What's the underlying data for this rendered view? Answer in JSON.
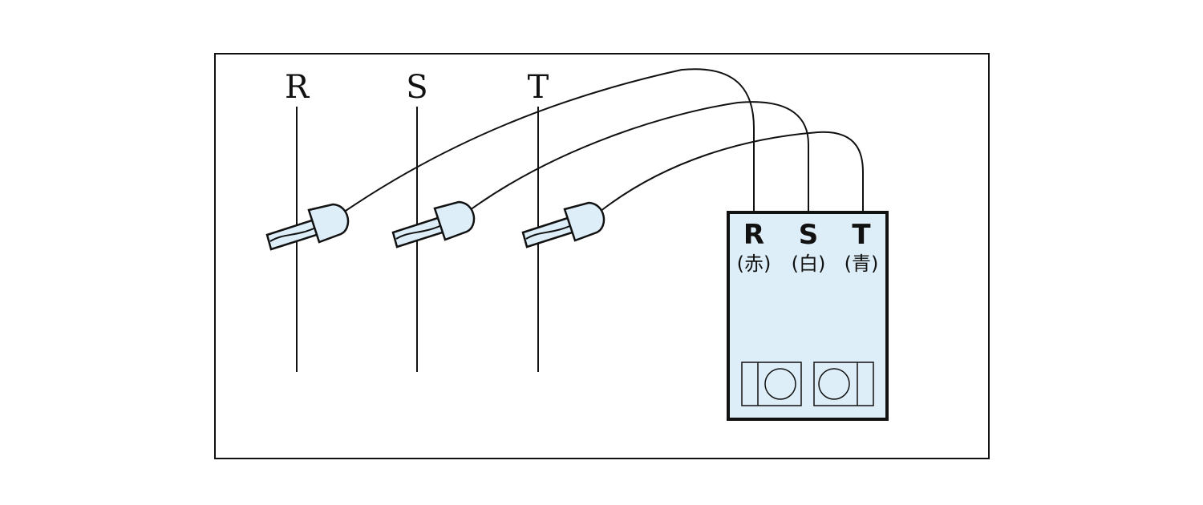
{
  "lines": [
    {
      "id": "R",
      "label": "R"
    },
    {
      "id": "S",
      "label": "S"
    },
    {
      "id": "T",
      "label": "T"
    }
  ],
  "tester": {
    "terminals": [
      {
        "id": "R",
        "label": "R",
        "color_label": "(赤)"
      },
      {
        "id": "S",
        "label": "S",
        "color_label": "(白)"
      },
      {
        "id": "T",
        "label": "T",
        "color_label": "(青)"
      }
    ],
    "body_color": "#ddeef9",
    "lamp_color": "#ddeef9"
  },
  "colors": {
    "stroke": "#111111",
    "clip_fill": "#ddeef9"
  }
}
